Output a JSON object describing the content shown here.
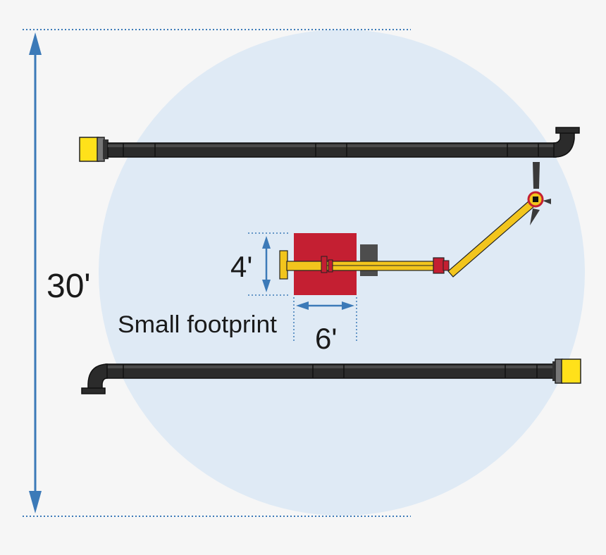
{
  "dimensions": {
    "height_label": "30'",
    "machine_width_label": "4'",
    "machine_length_label": "6'"
  },
  "caption": "Small footprint",
  "colors": {
    "background": "#f6f6f6",
    "circle": "#dfeaf5",
    "dimension_line": "#3c7ab8",
    "pipe": "#2b2b2b",
    "pipe_highlight": "#4a4a4a",
    "cap": "#ffe11a",
    "machine_body": "#c41f32",
    "boom": "#f2c51d",
    "motor": "#4d4d4d"
  }
}
